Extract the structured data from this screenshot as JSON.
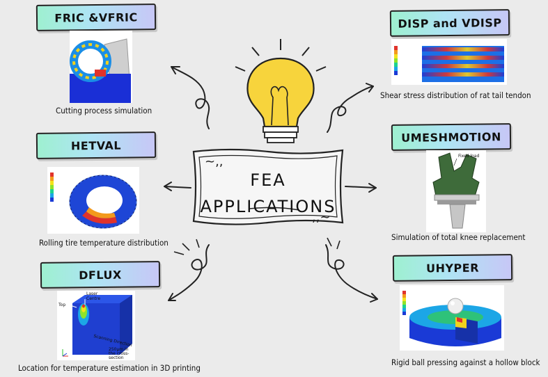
{
  "center": {
    "line1": "FEA",
    "line2": "APPLICATIONS"
  },
  "items": [
    {
      "tag": "FRIC &VFRIC",
      "caption": "Cutting process simulation"
    },
    {
      "tag": "HETVAL",
      "caption": "Rolling tire temperature distribution"
    },
    {
      "tag": "DFLUX",
      "caption": "Location for temperature estimation in 3D printing"
    },
    {
      "tag": "DISP and VDISP",
      "caption": "Shear stress distribution of rat tail tendon"
    },
    {
      "tag": "UMESHMOTION",
      "caption": "Simulation of total knee replacement"
    },
    {
      "tag": "UHYPER",
      "caption": "Rigid ball pressing against a hollow block"
    }
  ],
  "dflux_labels": {
    "laser": "Laser",
    "centre": "Centre",
    "top": "Top",
    "scan": "Scanning Direction",
    "depth1": "250μm in",
    "depth2": "the cross-",
    "depth3": "section"
  },
  "knee_label": "Fixed load",
  "colors": {
    "tag_start": "#9ef0d0",
    "tag_end": "#c7c7f6",
    "background": "#ebebeb",
    "bulb": "#f7d43c"
  }
}
